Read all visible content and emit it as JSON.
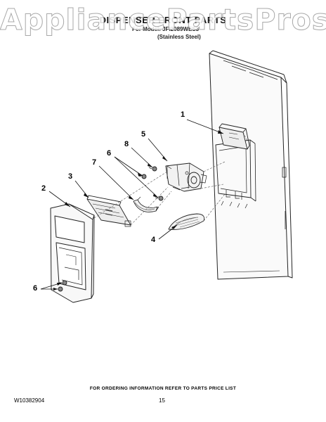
{
  "watermark": "AppliancePartsPros.com",
  "header": {
    "title": "DISPENSER FRONT PARTS",
    "model_line": "For Model: JFI2089WES3",
    "finish_line": "(Stainless Steel)"
  },
  "callouts": [
    "1",
    "2",
    "3",
    "4",
    "5",
    "6",
    "7",
    "8",
    "6"
  ],
  "footer": {
    "note": "FOR ORDERING INFORMATION REFER TO PARTS PRICE LIST",
    "doc_number": "W10382904",
    "page_number": "15"
  }
}
